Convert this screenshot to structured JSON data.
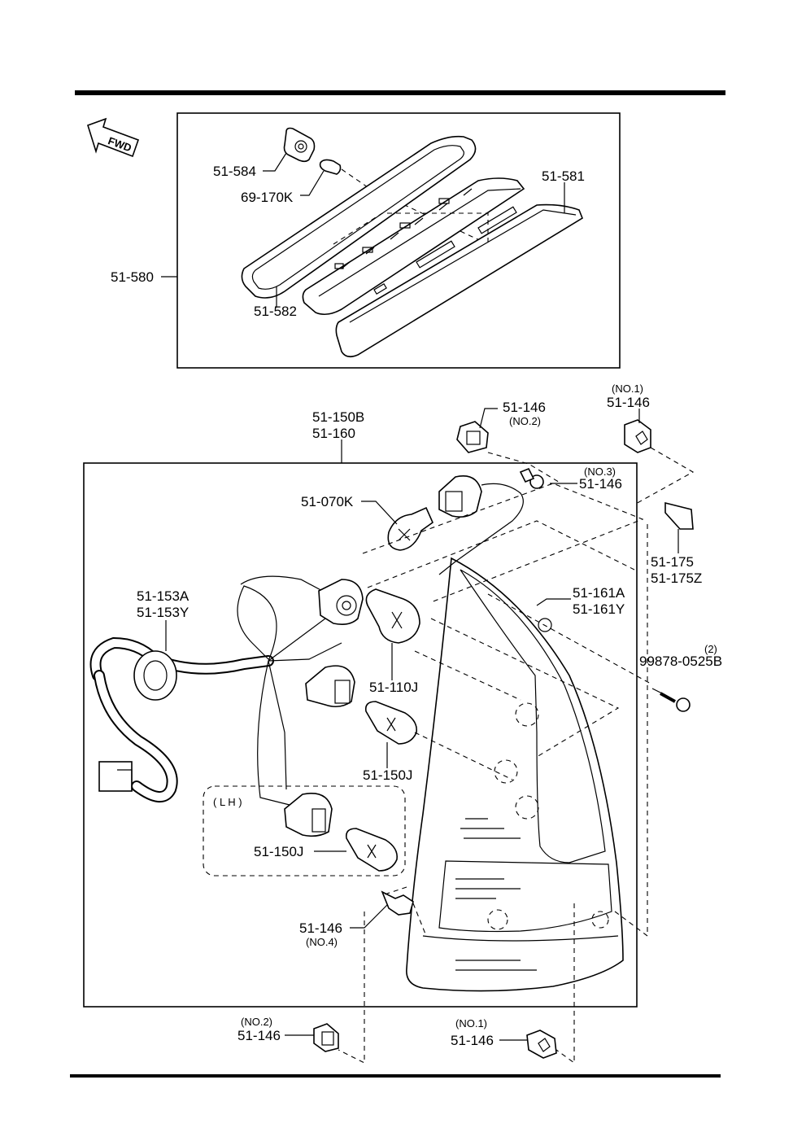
{
  "top_assembly": {
    "fwd_label": "FWD",
    "labels": {
      "p_51_580": "51-580",
      "p_51_584": "51-584",
      "p_69_170K": "69-170K",
      "p_51_582": "51-582",
      "p_51_581": "51-581"
    }
  },
  "bottom_assembly": {
    "labels": {
      "p_51_150B": "51-150B",
      "p_51_160": "51-160",
      "p_51_146_no2_top": "51-146",
      "p_no2_top": "(NO.2)",
      "p_no1_top": "(NO.1)",
      "p_51_146_no1_top": "51-146",
      "p_no3": "(NO.3)",
      "p_51_146_no3": "51-146",
      "p_51_070K": "51-070K",
      "p_51_175": "51-175",
      "p_51_175Z": "51-175Z",
      "p_51_161A": "51-161A",
      "p_51_161Y": "51-161Y",
      "p_qty2": "(2)",
      "p_99878": "99878-0525B",
      "p_51_153A": "51-153A",
      "p_51_153Y": "51-153Y",
      "p_51_110J": "51-110J",
      "p_51_150J_a": "51-150J",
      "p_lh": "( L H )",
      "p_51_150J_b": "51-150J",
      "p_51_146_no4": "51-146",
      "p_no4": "(NO.4)",
      "p_no2_bot": "(NO.2)",
      "p_51_146_no2_bot": "51-146",
      "p_no1_bot": "(NO.1)",
      "p_51_146_no1_bot": "51-146"
    }
  }
}
